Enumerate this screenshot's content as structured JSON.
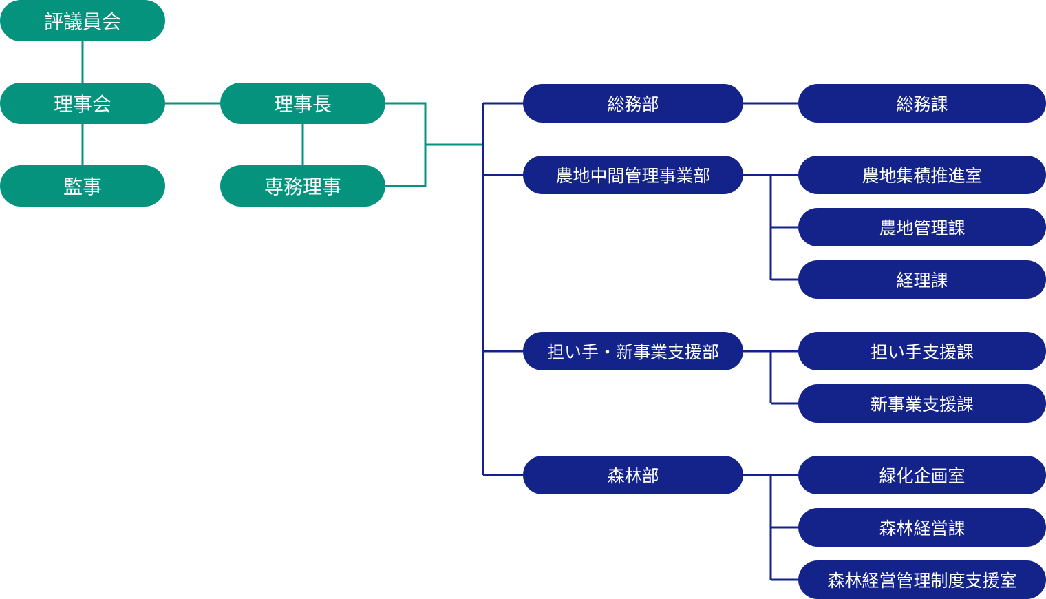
{
  "colors": {
    "executive": "#05937d",
    "department": "#13238a",
    "text": "#ffffff"
  },
  "executive": {
    "council": "評議員会",
    "board": "理事会",
    "auditor": "監事",
    "chairman": "理事長",
    "managing_director": "専務理事"
  },
  "departments": [
    {
      "name": "総務部",
      "sections": [
        "総務課"
      ]
    },
    {
      "name": "農地中間管理事業部",
      "sections": [
        "農地集積推進室",
        "農地管理課",
        "経理課"
      ]
    },
    {
      "name": "担い手・新事業支援部",
      "sections": [
        "担い手支援課",
        "新事業支援課"
      ]
    },
    {
      "name": "森林部",
      "sections": [
        "緑化企画室",
        "森林経営課",
        "森林経営管理制度支援室"
      ]
    }
  ]
}
